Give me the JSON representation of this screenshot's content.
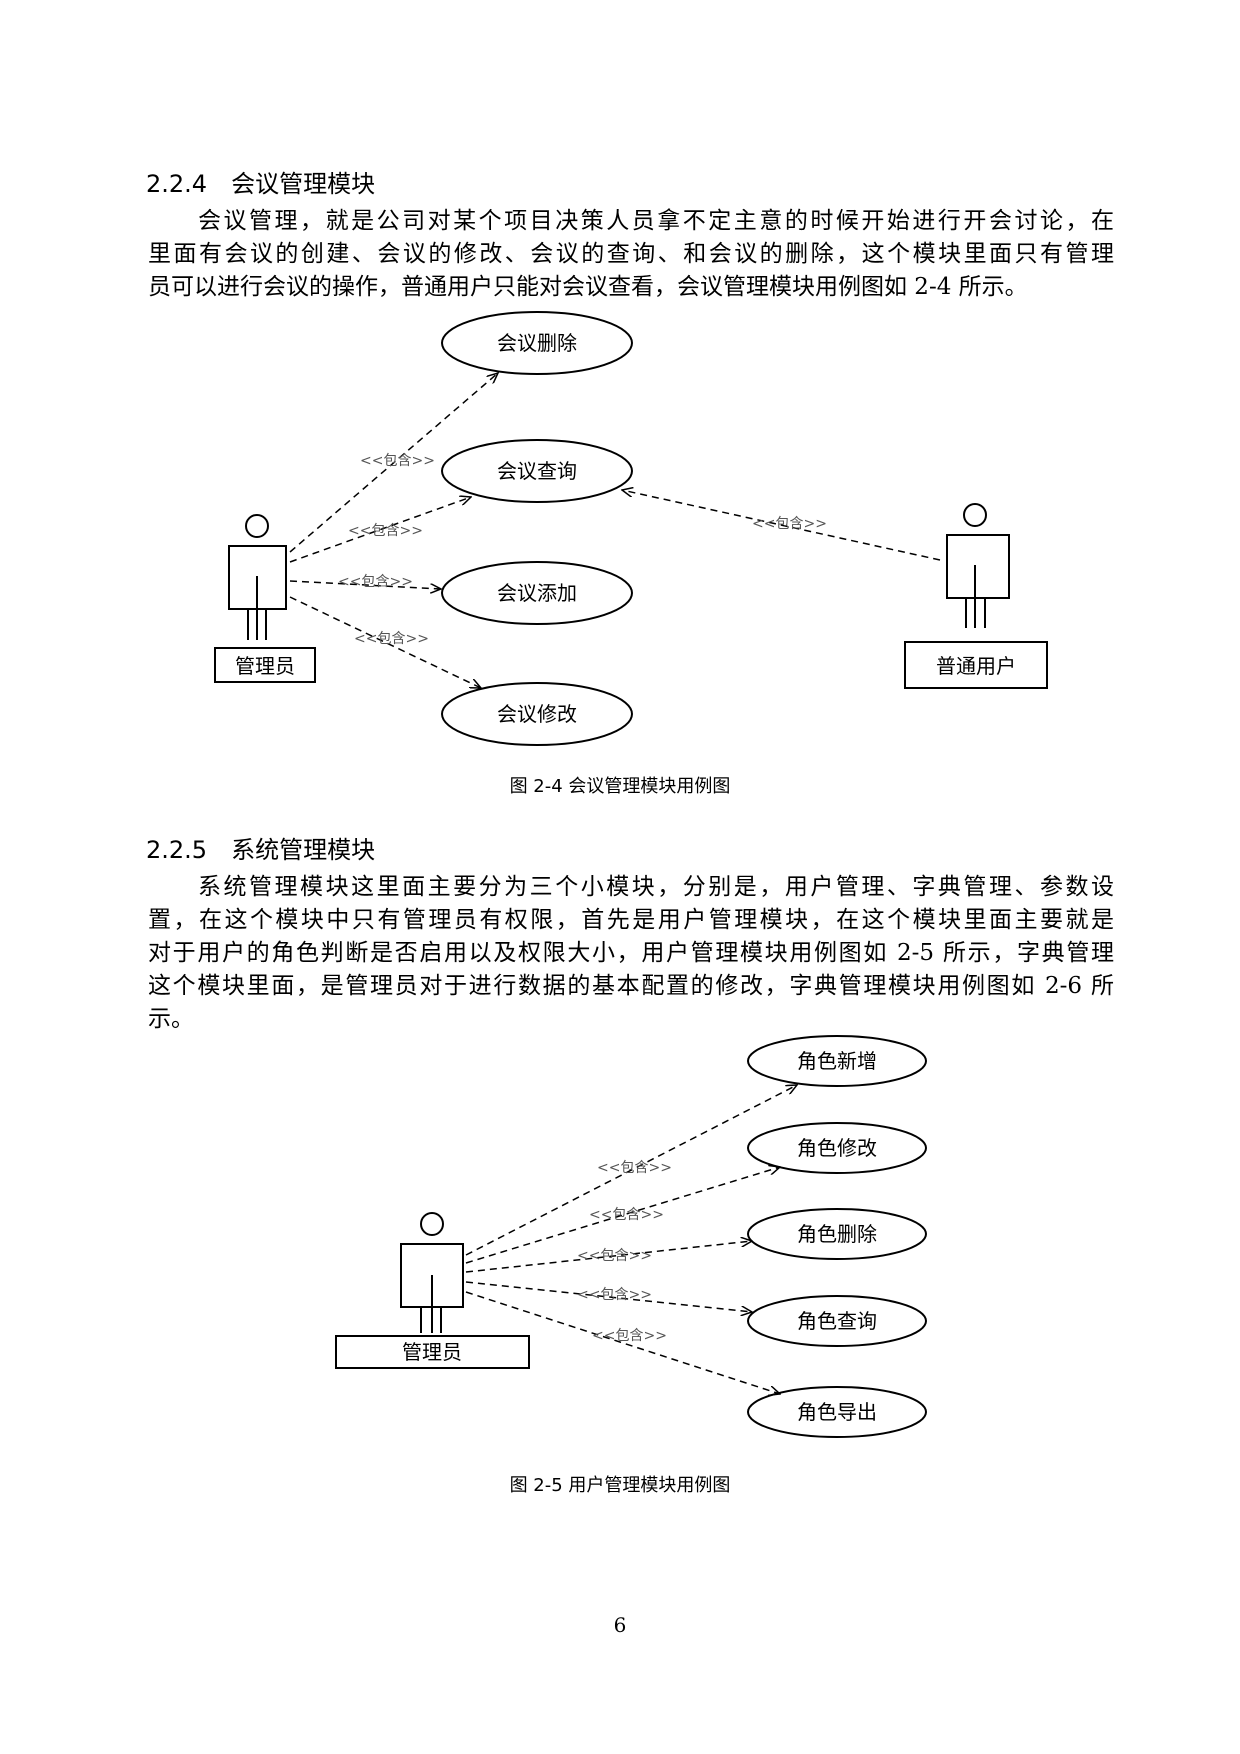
{
  "section_224": {
    "heading": "2.2.4　会议管理模块",
    "paragraph_lines": [
      "会议管理，就是公司对某个项目决策人员拿不定主意的时候开始进行开会讨论，在",
      "里面有会议的创建、会议的修改、会议的查询、和会议的删除，这个模块里面只有管理",
      "员可以进行会议的操作，普通用户只能对会议查看，会议管理模块用例图如 2-4 所示。"
    ]
  },
  "figure_24": {
    "actors": {
      "admin": "管理员",
      "user": "普通用户"
    },
    "use_cases": [
      "会议删除",
      "会议查询",
      "会议添加",
      "会议修改"
    ],
    "include_label": "<<包含>>",
    "caption": "图 2-4  会议管理模块用例图"
  },
  "section_225": {
    "heading": "2.2.5　系统管理模块",
    "paragraph_lines": [
      "系统管理模块这里面主要分为三个小模块，分别是，用户管理、字典管理、参数设",
      "置，在这个模块中只有管理员有权限，首先是用户管理模块，在这个模块里面主要就是",
      "对于用户的角色判断是否启用以及权限大小，用户管理模块用例图如 2-5 所示，字典管理",
      "这个模块里面，是管理员对于进行数据的基本配置的修改，字典管理模块用例图如 2-6 所",
      "示。"
    ]
  },
  "figure_25": {
    "actors": {
      "admin": "管理员"
    },
    "use_cases": [
      "角色新增",
      "角色修改",
      "角色删除",
      "角色查询",
      "角色导出"
    ],
    "include_label": "<<包含>>",
    "caption": "图 2-5  用户管理模块用例图"
  },
  "page_number": "6"
}
